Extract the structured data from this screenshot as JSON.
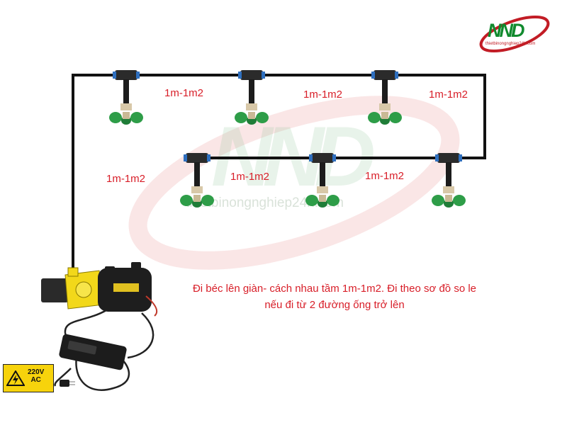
{
  "logo": {
    "mark": "NND",
    "url": "thietbinongnghiep24h.com"
  },
  "watermark": {
    "url": "thietbinongnghiep24h.com"
  },
  "spacing_labels": {
    "top": [
      "1m-1m2",
      "1m-1m2",
      "1m-1m2"
    ],
    "bottom": [
      "1m-1m2",
      "1m-1m2",
      "1m-1m2"
    ]
  },
  "instruction": "Đi béc lên giàn- cách nhau tầm 1m-1m2. Đi theo sơ đồ so le nếu đi từ 2 đường ống trở lên",
  "warning_sign": {
    "line1": "220V",
    "line2": "AC"
  },
  "colors": {
    "label_red": "#d81e28",
    "pipe": "#111111",
    "nozzle_green": "#2e9d48",
    "pump_yellow": "#f2d81a",
    "logo_green": "#118a2e",
    "logo_red": "#c21c25"
  }
}
